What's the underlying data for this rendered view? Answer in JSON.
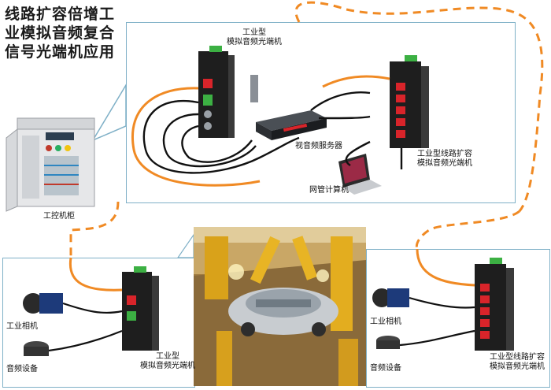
{
  "title": [
    "线路扩容倍增工",
    "业模拟音频复合",
    "信号光端机应用"
  ],
  "labels": {
    "top_terminal_line1": "工业型",
    "top_terminal_line2": "模拟音频光端机",
    "server": "视音频服务器",
    "nms_pc": "网管计算机",
    "top_right_line1": "工业型线路扩容",
    "top_right_line2": "模拟音频光端机",
    "cabinet": "工控机柜",
    "camera_left": "工业相机",
    "audio_left": "音频设备",
    "bl_terminal_line1": "工业型",
    "bl_terminal_line2": "模拟音频光端机",
    "camera_right": "工业相机",
    "audio_right": "音频设备",
    "br_terminal_line1": "工业型线路扩容",
    "br_terminal_line2": "模拟音频光端机"
  },
  "colors": {
    "fiber": "#f08a24",
    "panel_border": "#7fb0c7",
    "device_body": "#1e1e1e",
    "port_red": "#d8242a",
    "terminal_green": "#3cb043"
  }
}
